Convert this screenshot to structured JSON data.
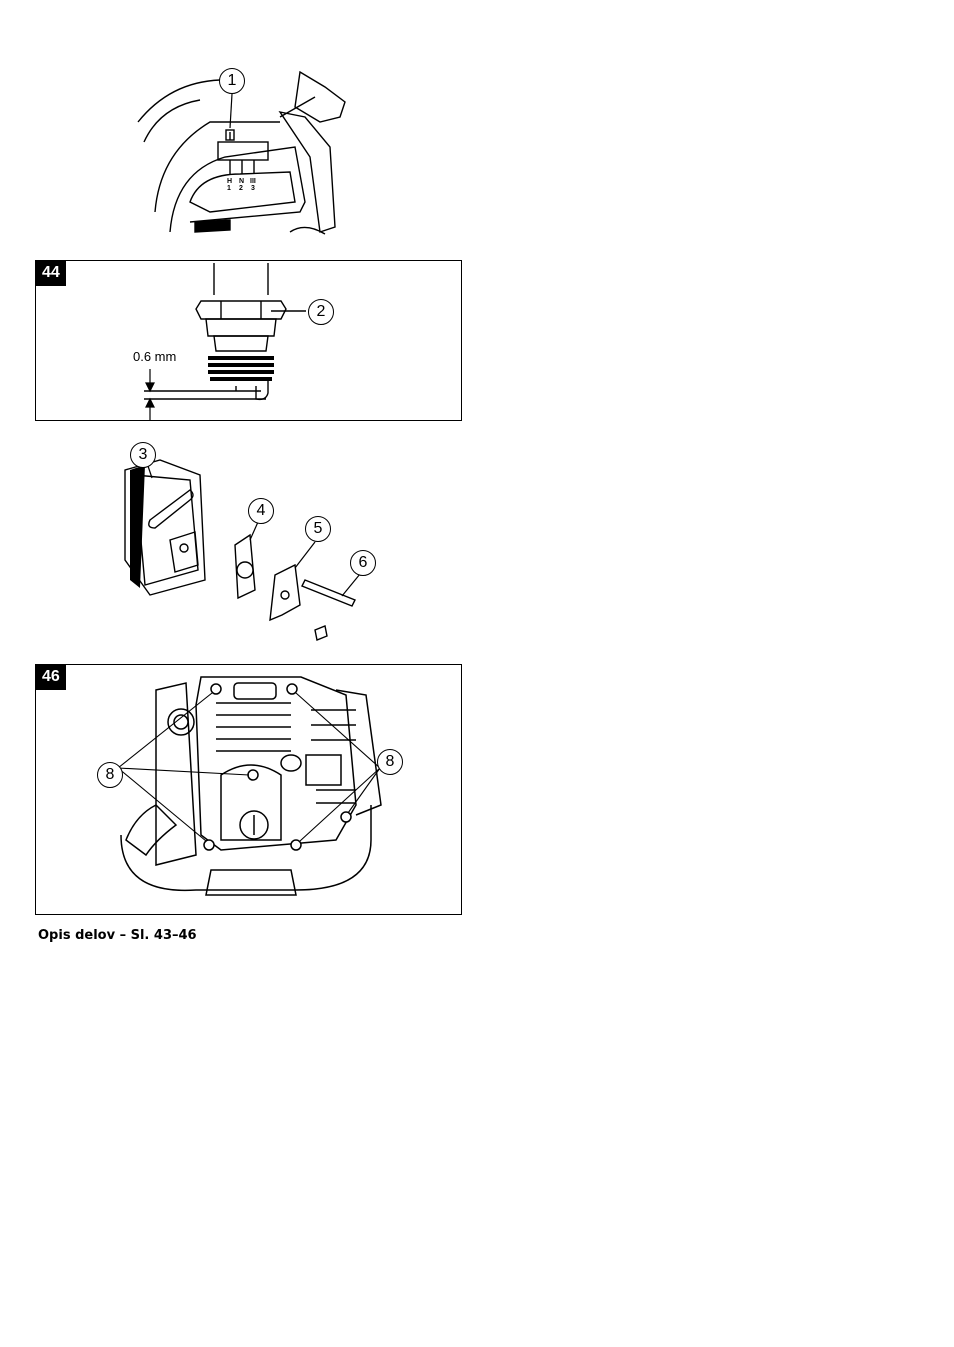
{
  "figure_43": {
    "callout": "1",
    "scale_marks": [
      "H",
      "N",
      "III",
      "1",
      "2",
      "3"
    ]
  },
  "figure_44": {
    "badge": "44",
    "callout": "2",
    "gap_label": "0.6 mm"
  },
  "figure_45": {
    "callouts": [
      "3",
      "4",
      "5",
      "6"
    ]
  },
  "figure_46": {
    "badge": "46",
    "callout_left": "8",
    "callout_right": "8"
  },
  "caption": "Opis delov – Sl. 43–46"
}
